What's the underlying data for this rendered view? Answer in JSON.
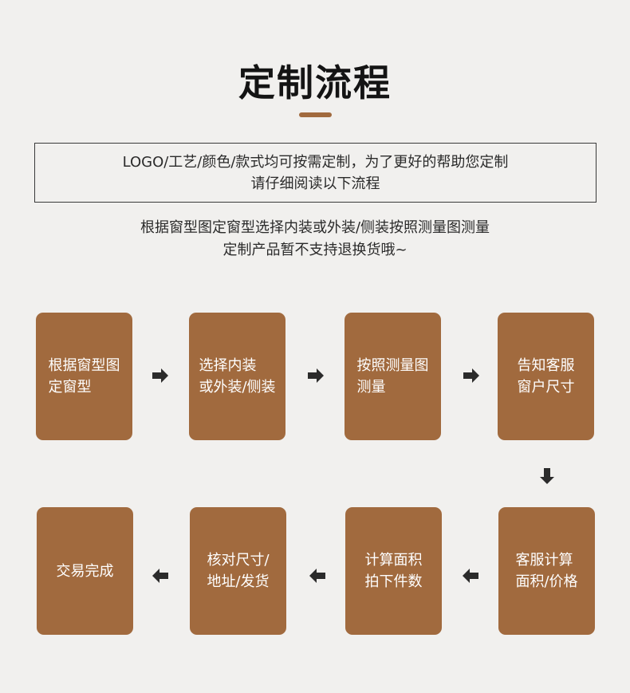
{
  "header": {
    "title": "定制流程",
    "accent_color": "#a16a3e"
  },
  "notice": {
    "line1": "LOGO/工艺/颜色/款式均可按需定制，为了更好的帮助您定制",
    "line2": "请仔细阅读以下流程"
  },
  "info": {
    "line1": "根据窗型图定窗型选择内装或外装/侧装按照测量图测量",
    "line2": "定制产品暂不支持退换货哦~"
  },
  "steps": [
    {
      "label": "根据窗型图\n定窗型"
    },
    {
      "label": "选择内装\n或外装/侧装"
    },
    {
      "label": "按照测量图\n测量"
    },
    {
      "label": "告知客服\n窗户尺寸"
    },
    {
      "label": "客服计算\n面积/价格"
    },
    {
      "label": "计算面积\n拍下件数"
    },
    {
      "label": "核对尺寸/\n地址/发货"
    },
    {
      "label": "交易完成"
    }
  ],
  "colors": {
    "box": "#a16a3e",
    "arrow": "#2b2b2b",
    "background": "#f1f0ee"
  }
}
